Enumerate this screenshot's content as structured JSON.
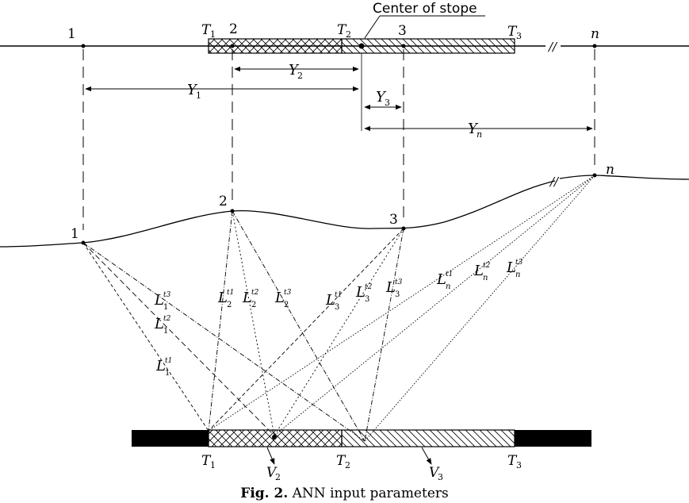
{
  "labels": {
    "center_of_stope": "Center of stope",
    "point_1": "1",
    "point_2": "2",
    "point_3": "3",
    "point_n": "n",
    "T1": "T",
    "T1_sub": "1",
    "T2": "T",
    "T2_sub": "2",
    "T3": "T",
    "T3_sub": "3",
    "Y": "Y",
    "Y1_sub": "1",
    "Y2_sub": "2",
    "Y3_sub": "3",
    "Yn_sub": "n",
    "break_mark": "//",
    "L": "L",
    "L1t3": {
      "sub": "1",
      "sup": "t3"
    },
    "L1t2": {
      "sub": "1",
      "sup": "t2"
    },
    "L1t1": {
      "sub": "1",
      "sup": "t1"
    },
    "L2t1": {
      "sub": "2",
      "sup": "t1"
    },
    "L2t2": {
      "sub": "2",
      "sup": "t2"
    },
    "L2t3": {
      "sub": "2",
      "sup": "t3"
    },
    "L3t1": {
      "sub": "3",
      "sup": "t1"
    },
    "L3t2": {
      "sub": "3",
      "sup": "t2"
    },
    "L3t3": {
      "sub": "3",
      "sup": "t3"
    },
    "Lnt1": {
      "sub": "n",
      "sup": "t1"
    },
    "Lnt2": {
      "sub": "n",
      "sup": "t2"
    },
    "Lnt3": {
      "sub": "n",
      "sup": "t3"
    },
    "V": "V",
    "V2_sub": "2",
    "V3_sub": "3"
  },
  "caption": {
    "prefix": "Fig. 2.",
    "text": " ANN input parameters"
  }
}
